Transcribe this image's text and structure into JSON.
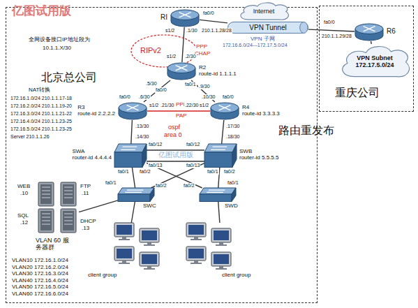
{
  "diagram": {
    "nodes": [
      {
        "text": [
          "北京总公司"
        ]
      },
      {
        "text": [
          "重庆公司"
        ]
      },
      {
        "text": [
          "RI"
        ],
        "in": 0
      },
      {
        "text": [
          "Internet"
        ]
      },
      {
        "text": [
          "VPN Tunnel"
        ]
      },
      {
        "text": [
          "R6"
        ],
        "in": 1
      },
      {
        "text": [
          "VPN Subnet",
          "172.17.5.0/24"
        ],
        "in": 1
      },
      {
        "text": [
          "RIPv2"
        ],
        "in": 0
      },
      {
        "text": [
          "R2",
          "route-id 1.1.1.1"
        ],
        "in": 0
      },
      {
        "text": [
          "R3",
          "route-id 2.2.2.2"
        ],
        "in": 0
      },
      {
        "text": [
          "R4",
          "route-id 3.3.3.3"
        ],
        "in": 0
      },
      {
        "text": [
          "SWA",
          "router-id 4.4.4.4"
        ],
        "in": 0
      },
      {
        "text": [
          "SWB",
          "router-id 5.5.5.5"
        ],
        "in": 0
      },
      {
        "text": [
          "SWC"
        ],
        "in": 0
      },
      {
        "text": [
          "SWD"
        ],
        "in": 0
      },
      {
        "text": [
          "VLAN 60 服务器群"
        ],
        "in": 0
      },
      {
        "text": [
          "client group"
        ],
        "in": 0
      },
      {
        "text": [
          "client group"
        ],
        "in": 0
      }
    ],
    "edges": [
      {
        "from": 2,
        "to": 4,
        "arrow": "none"
      },
      {
        "from": 4,
        "to": 5,
        "arrow": "none"
      },
      {
        "from": 2,
        "to": 8,
        "arrow": "none"
      },
      {
        "from": 8,
        "to": 9,
        "arrow": "none"
      },
      {
        "from": 8,
        "to": 10,
        "arrow": "none"
      },
      {
        "from": 9,
        "to": 10,
        "arrow": "none"
      },
      {
        "from": 9,
        "to": 11,
        "arrow": "none"
      },
      {
        "from": 10,
        "to": 12,
        "arrow": "none"
      },
      {
        "from": 11,
        "to": 12,
        "arrow": "none"
      },
      {
        "from": 11,
        "to": 12,
        "arrow": "none"
      },
      {
        "from": 11,
        "to": 13,
        "arrow": "none"
      },
      {
        "from": 11,
        "to": 14,
        "arrow": "none"
      },
      {
        "from": 12,
        "to": 14,
        "arrow": "none"
      },
      {
        "from": 12,
        "to": 13,
        "arrow": "none"
      },
      {
        "from": 13,
        "to": 15,
        "arrow": "none"
      },
      {
        "from": 13,
        "to": 16,
        "arrow": "none"
      },
      {
        "from": 14,
        "to": 17,
        "arrow": "none"
      },
      {
        "from": 5,
        "to": 6,
        "arrow": "none"
      }
    ],
    "labels": [
      "亿图试用版",
      "fa0/0",
      "210.1.1.28/28",
      "fa0/0",
      "210.1.1.29/28",
      "VPN 子网",
      "172.16.6.0/24---172.17.5.0/24",
      "全网设备接口IP地址段为",
      "10.1.1.X/30",
      "s1/2",
      ".1/30",
      "PPP",
      "CHAP",
      "s1/2",
      ".2/30",
      "NAT转换",
      "172.16.1.0/24 210.1.1.17-18",
      "172.16.2.0/24 210.1.1.19-20",
      "172.16.3.0/24 210.1.1.21-22",
      "172.16.4.0/24 210.1.1.23-25",
      "172.16.5.0/24 210.1.1.23-25",
      "Server 210.1.1.26",
      ".5/30",
      "fa0/0",
      "fa0/1",
      ".9/30",
      "fa0/0",
      ".6/30",
      ".10/30",
      "fa0/0",
      "s1/2",
      ".21/30",
      "PPP",
      "PAP",
      ".22/30",
      "s1/2",
      ".13/30",
      ".14/30",
      ".17/30",
      ".18/30",
      "ospf",
      "area 0",
      "路由重发布",
      "fa0/12",
      "fa0/13",
      "fa0/12",
      "fa0/13",
      "亿图试用版",
      "fa0/1",
      "fa0/2",
      "fa0/1",
      "fa0/2",
      "fa0/1",
      "fa0/2",
      "fa0/2",
      "fa0/1",
      "WEB",
      ".10",
      "FTP",
      ".11",
      "SQL",
      ".12",
      "DHCP",
      ".13",
      "VLAN10 172.16.1.0/24",
      "VLAN20 172.16.2.0/24",
      "VLAN30 172.16.3.0/24",
      "VLAN40 172.16.4.0/24",
      "VLAN50 172.16.5.0/24",
      "VLAN60 172.16.6.0/24"
    ]
  }
}
